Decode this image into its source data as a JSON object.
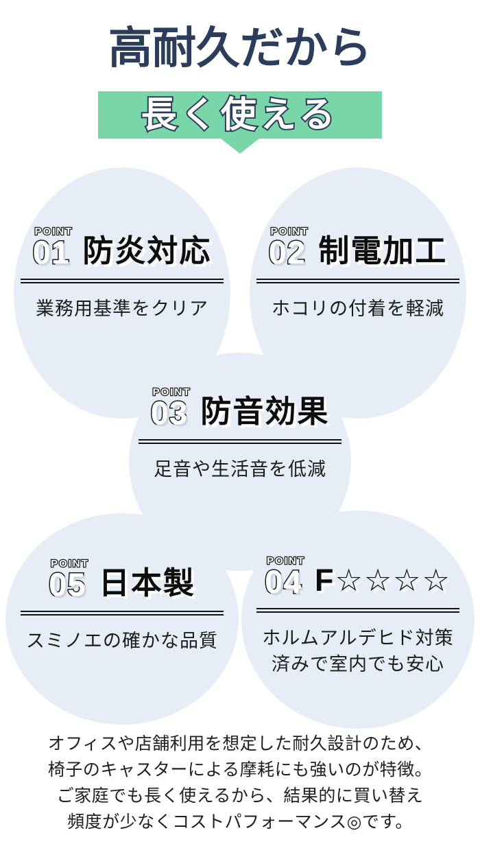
{
  "header": {
    "title": "高耐久だから",
    "banner_text": "長く使える",
    "banner_arrow_icon": "down-triangle"
  },
  "points": [
    {
      "label": "POINT",
      "number": "01",
      "title": "防炎対応",
      "subtitle": "業務用基準をクリア"
    },
    {
      "label": "POINT",
      "number": "02",
      "title": "制電加工",
      "subtitle": "ホコリの付着を軽減"
    },
    {
      "label": "POINT",
      "number": "03",
      "title": "防音効果",
      "subtitle": "足音や生活音を低減"
    },
    {
      "label": "POINT",
      "number": "05",
      "title": "日本製",
      "subtitle": "スミノエの確かな品質"
    },
    {
      "label": "POINT",
      "number": "04",
      "title": "F☆☆☆☆",
      "subtitle": "ホルムアルデヒド対策\n済みで室内でも安心"
    }
  ],
  "footer": {
    "paragraph": "オフィスや店舗利用を想定した耐久設計のため、\n椅子のキャスターによる摩耗にも強いのが特徴。\nご家庭でも長く使えるから、結果的に買い替え\n頻度が少なくコストパフォーマンス◎です。"
  },
  "colors": {
    "title_navy": "#2c3d5c",
    "banner_green": "#79d6a8",
    "circle_blue": "#e7edf7",
    "text_black": "#111111",
    "text_white": "#ffffff"
  }
}
